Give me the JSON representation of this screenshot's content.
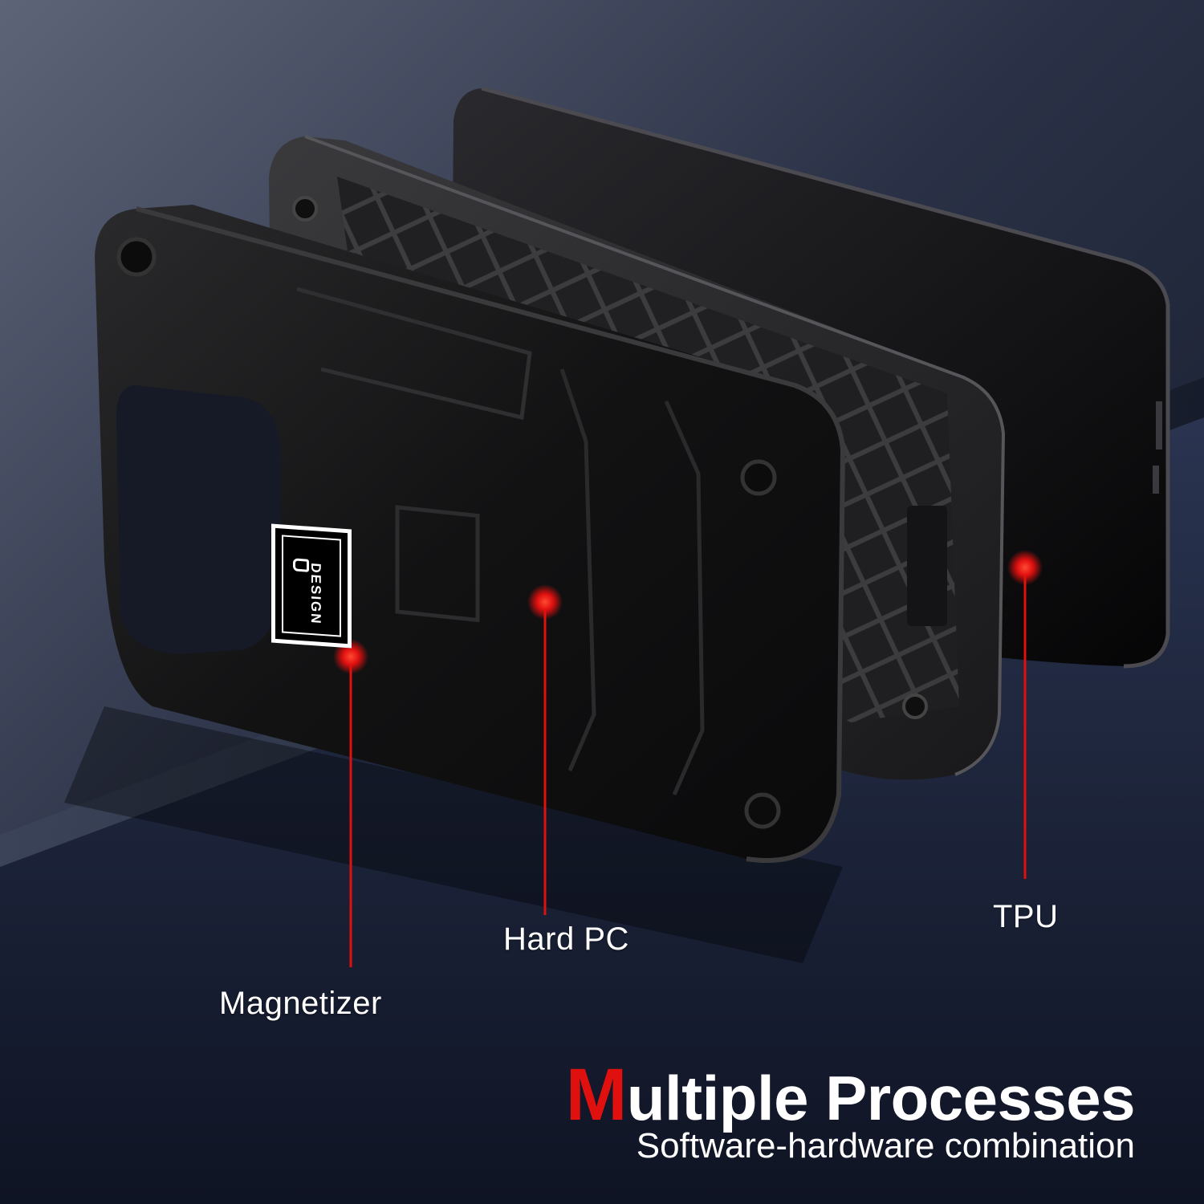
{
  "callouts": {
    "magnetizer": "Magnetizer",
    "hard_pc": "Hard PC",
    "tpu": "TPU"
  },
  "headline": {
    "first_letter": "M",
    "rest": "ultiple Processes"
  },
  "subline": "Software-hardware combination",
  "badge": {
    "text": "DESIGN"
  },
  "colors": {
    "accent": "#e0100f",
    "background": "#1c2233",
    "text": "#ffffff"
  }
}
